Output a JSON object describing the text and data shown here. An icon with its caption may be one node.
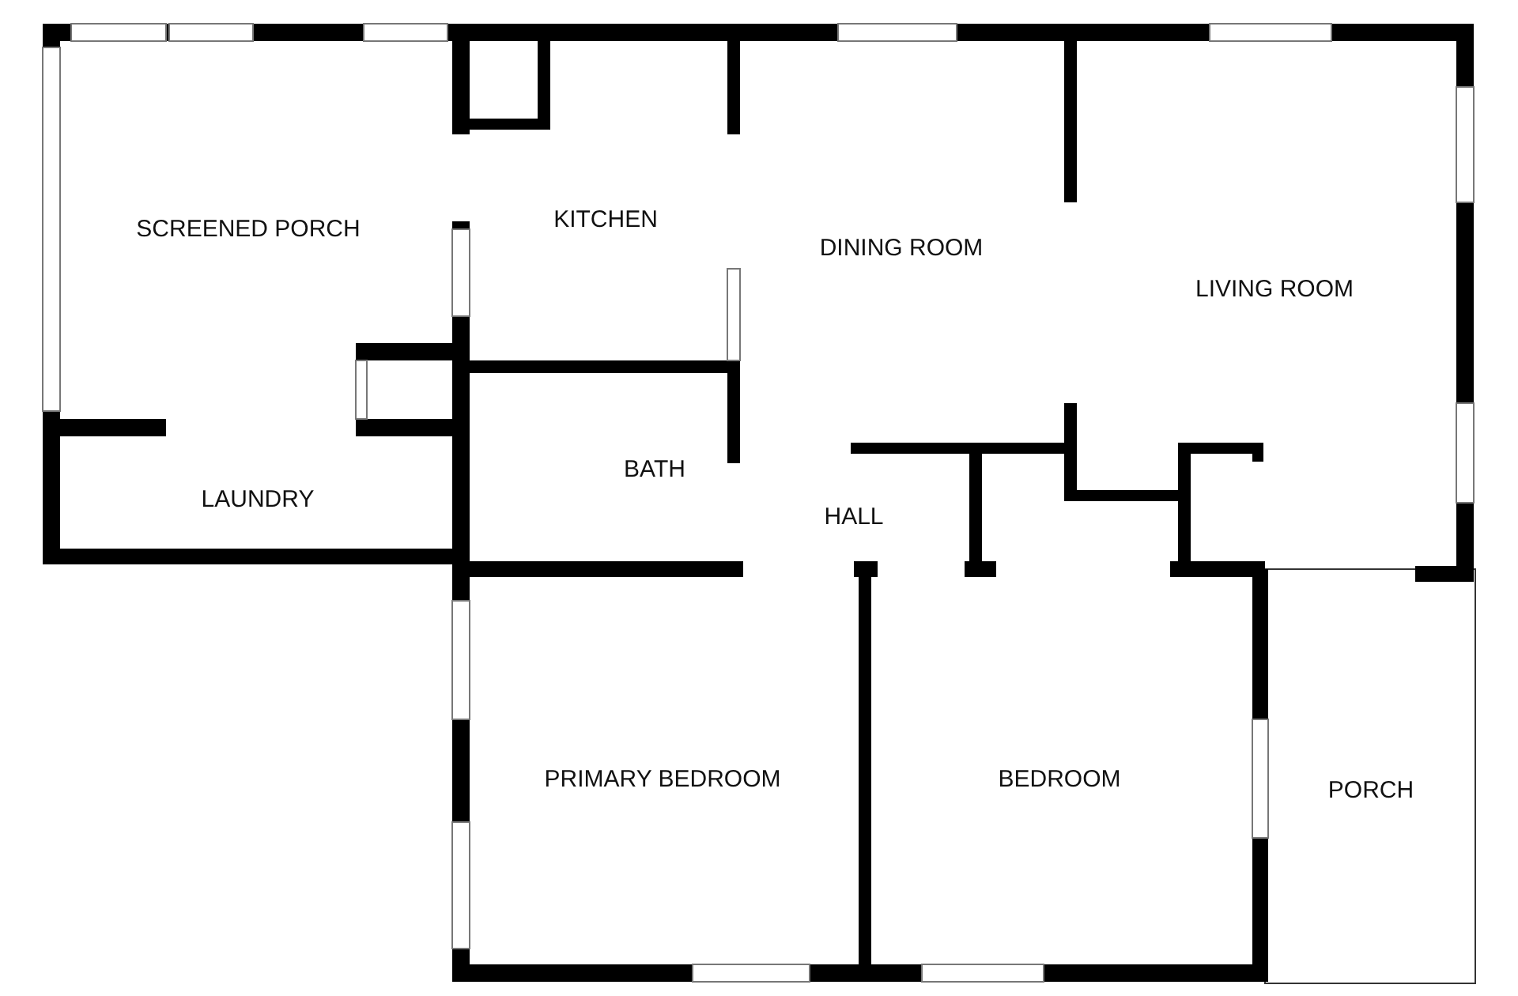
{
  "diagram": {
    "labels": [
      "SCREENED PORCH",
      "KITCHEN",
      "DINING ROOM",
      "LIVING ROOM",
      "BATH",
      "LAUNDRY",
      "HALL",
      "PRIMARY BEDROOM",
      "BEDROOM",
      "PORCH"
    ]
  }
}
